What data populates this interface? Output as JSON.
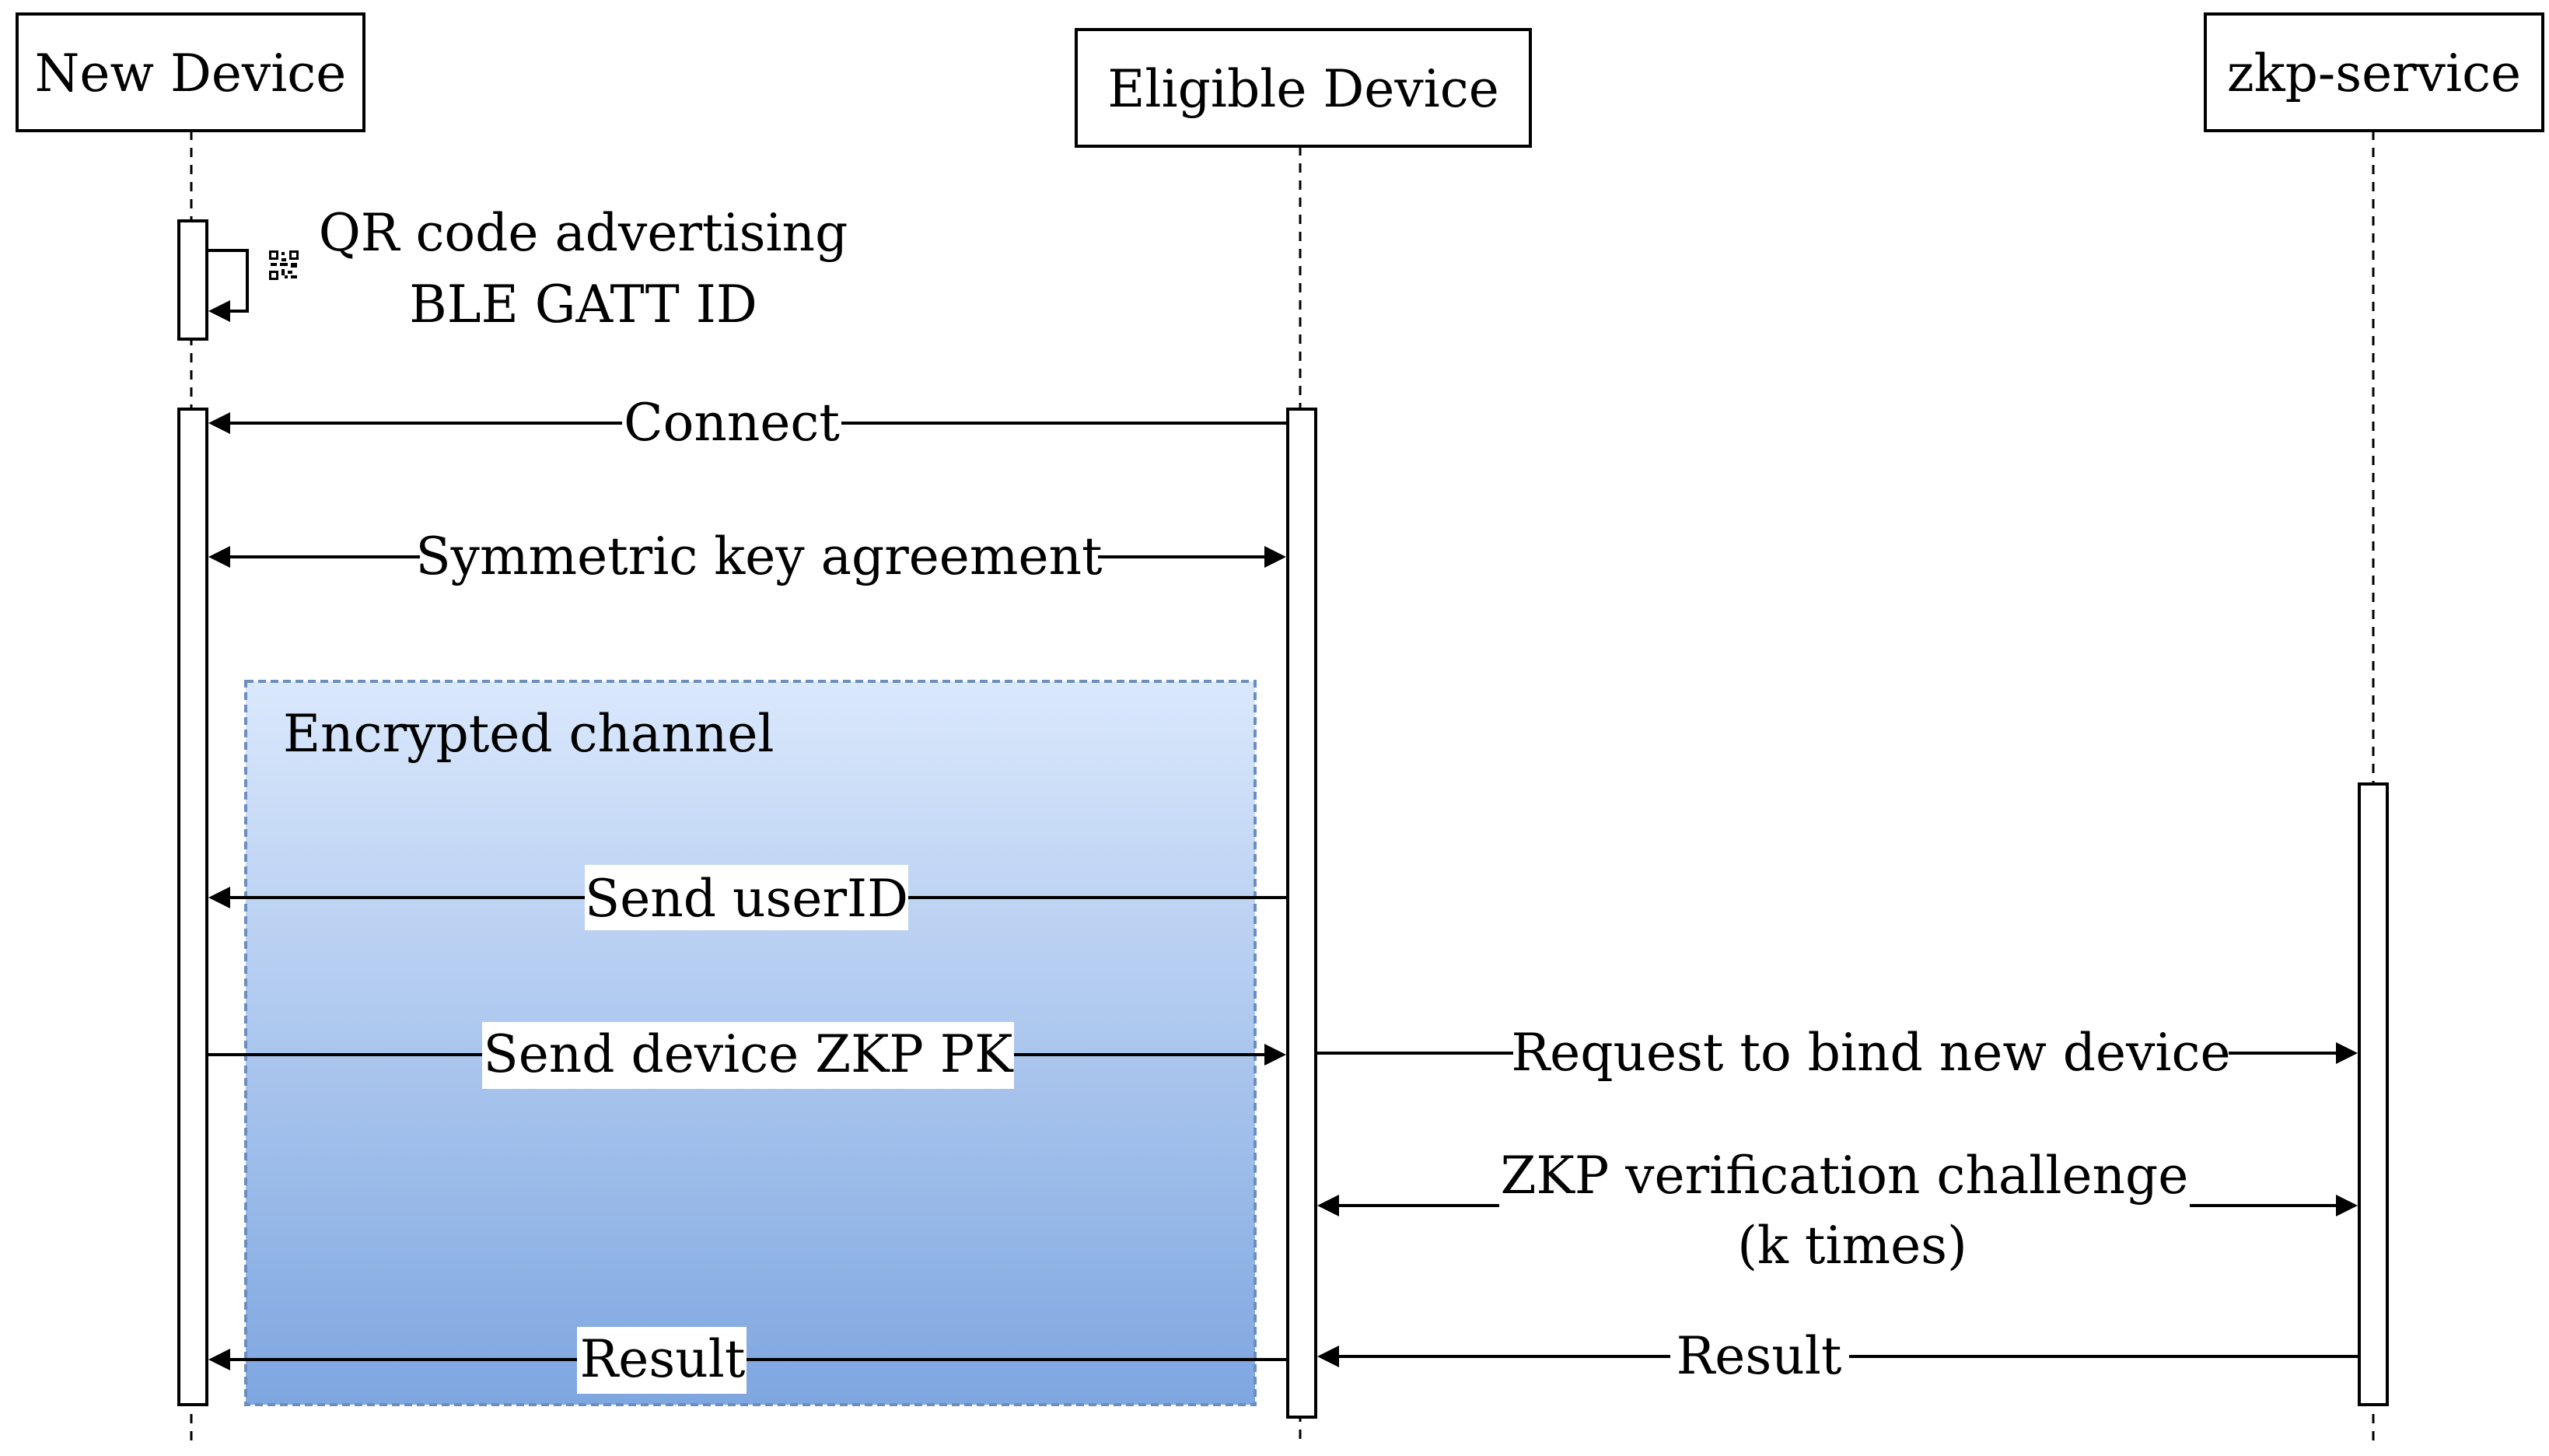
{
  "participants": {
    "new_device": "New Device",
    "eligible_device": "Eligible Device",
    "zkp_service": "zkp-service"
  },
  "self_message": {
    "line1": "QR code advertising",
    "line2": "BLE GATT ID",
    "icon": "qr-code-icon"
  },
  "messages": {
    "connect": "Connect",
    "key_agreement": "Symmetric key agreement",
    "send_userid": "Send userID",
    "send_pk": "Send device ZKP PK",
    "bind_request": "Request to bind new device",
    "zkp_challenge_line1": "ZKP verification challenge",
    "zkp_challenge_line2": "(k times)",
    "result_service": "Result",
    "result_device": "Result"
  },
  "group": {
    "label": "Encrypted channel",
    "gradient_top": "#dae8fc",
    "gradient_bottom": "#7ea6e0",
    "border_color": "#6c8ebf"
  }
}
